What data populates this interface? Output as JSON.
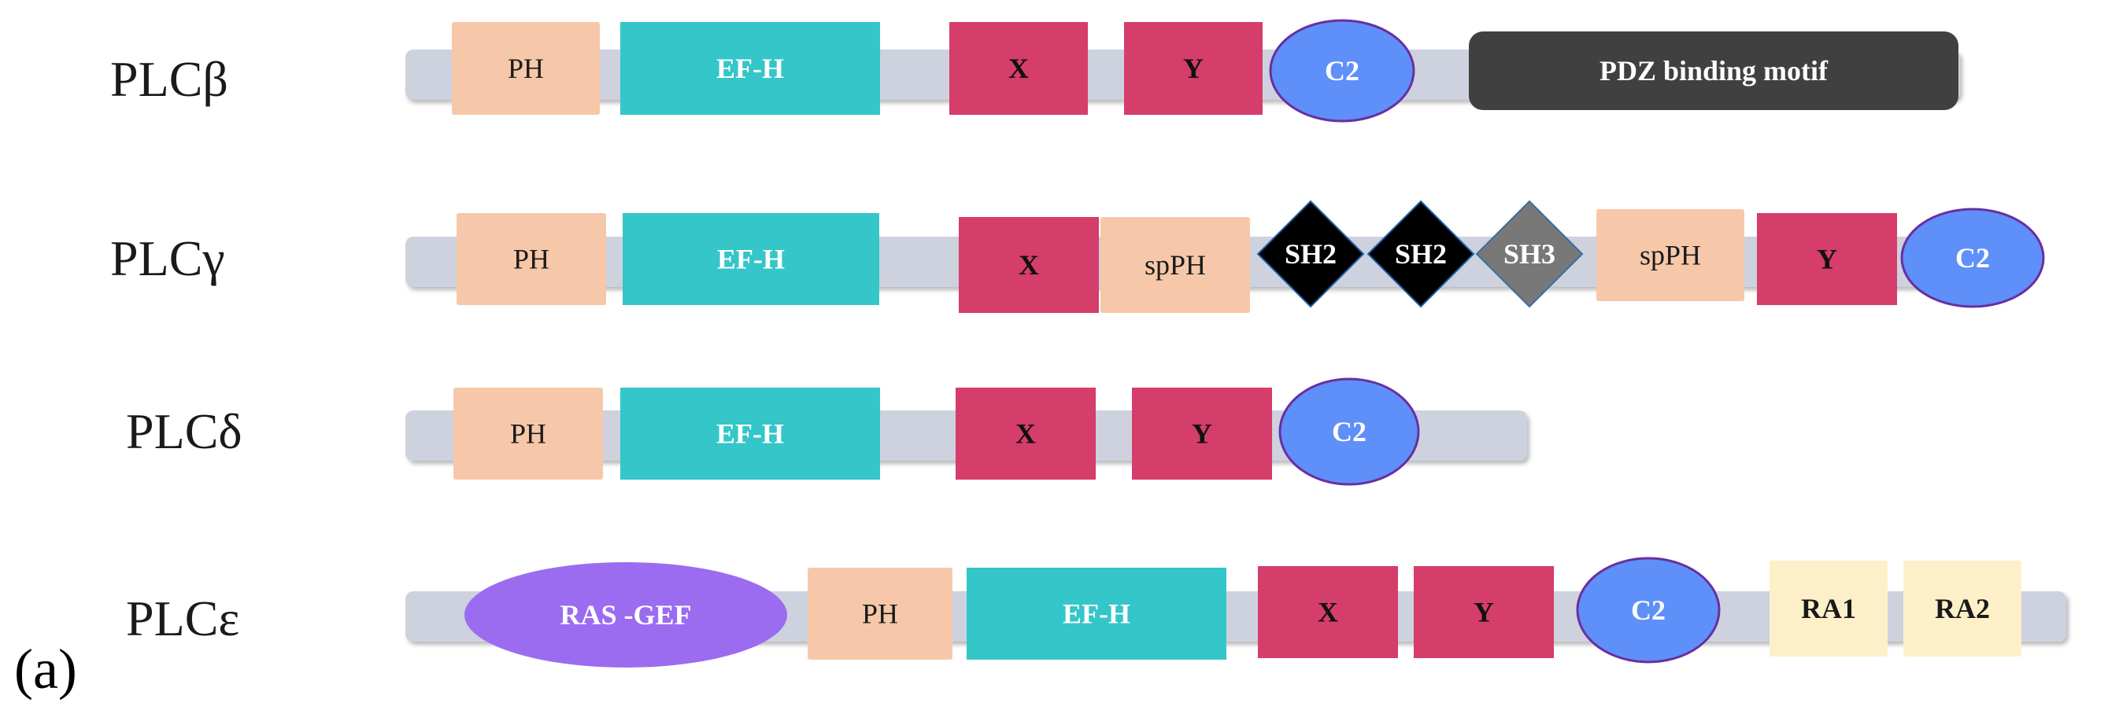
{
  "panel_label": "(a)",
  "colors": {
    "backbone": "#cdd2de",
    "ph": "#f6c8a9",
    "efh": "#34c6c8",
    "xy": "#d53d6b",
    "c2_fill": "#5f8ff8",
    "c2_stroke": "#6a2fa0",
    "pdz": "#404040",
    "sh2": "#000000",
    "sh3": "#787878",
    "rasgef": "#9b6cf0",
    "ra": "#fdf0c9"
  },
  "isoforms": [
    {
      "name": "PLCβ",
      "domains": [
        {
          "label": "PH",
          "kind": "ph"
        },
        {
          "label": "EF-H",
          "kind": "efh"
        },
        {
          "label": "X",
          "kind": "xy"
        },
        {
          "label": "Y",
          "kind": "xy"
        },
        {
          "label": "C2",
          "kind": "c2"
        },
        {
          "label": "PDZ binding motif",
          "kind": "pdz"
        }
      ]
    },
    {
      "name": "PLCγ",
      "domains": [
        {
          "label": "PH",
          "kind": "ph"
        },
        {
          "label": "EF-H",
          "kind": "efh"
        },
        {
          "label": "X",
          "kind": "xy"
        },
        {
          "label": "spPH",
          "kind": "ph"
        },
        {
          "label": "SH2",
          "kind": "sh2"
        },
        {
          "label": "SH2",
          "kind": "sh2"
        },
        {
          "label": "SH3",
          "kind": "sh3"
        },
        {
          "label": "spPH",
          "kind": "ph"
        },
        {
          "label": "Y",
          "kind": "xy"
        },
        {
          "label": "C2",
          "kind": "c2"
        }
      ]
    },
    {
      "name": "PLCδ",
      "domains": [
        {
          "label": "PH",
          "kind": "ph"
        },
        {
          "label": "EF-H",
          "kind": "efh"
        },
        {
          "label": "X",
          "kind": "xy"
        },
        {
          "label": "Y",
          "kind": "xy"
        },
        {
          "label": "C2",
          "kind": "c2"
        }
      ]
    },
    {
      "name": "PLCε",
      "domains": [
        {
          "label": "RAS -GEF",
          "kind": "rasgef"
        },
        {
          "label": "PH",
          "kind": "ph"
        },
        {
          "label": "EF-H",
          "kind": "efh"
        },
        {
          "label": "X",
          "kind": "xy"
        },
        {
          "label": "Y",
          "kind": "xy"
        },
        {
          "label": "C2",
          "kind": "c2"
        },
        {
          "label": "RA1",
          "kind": "ra"
        },
        {
          "label": "RA2",
          "kind": "ra"
        }
      ]
    }
  ]
}
